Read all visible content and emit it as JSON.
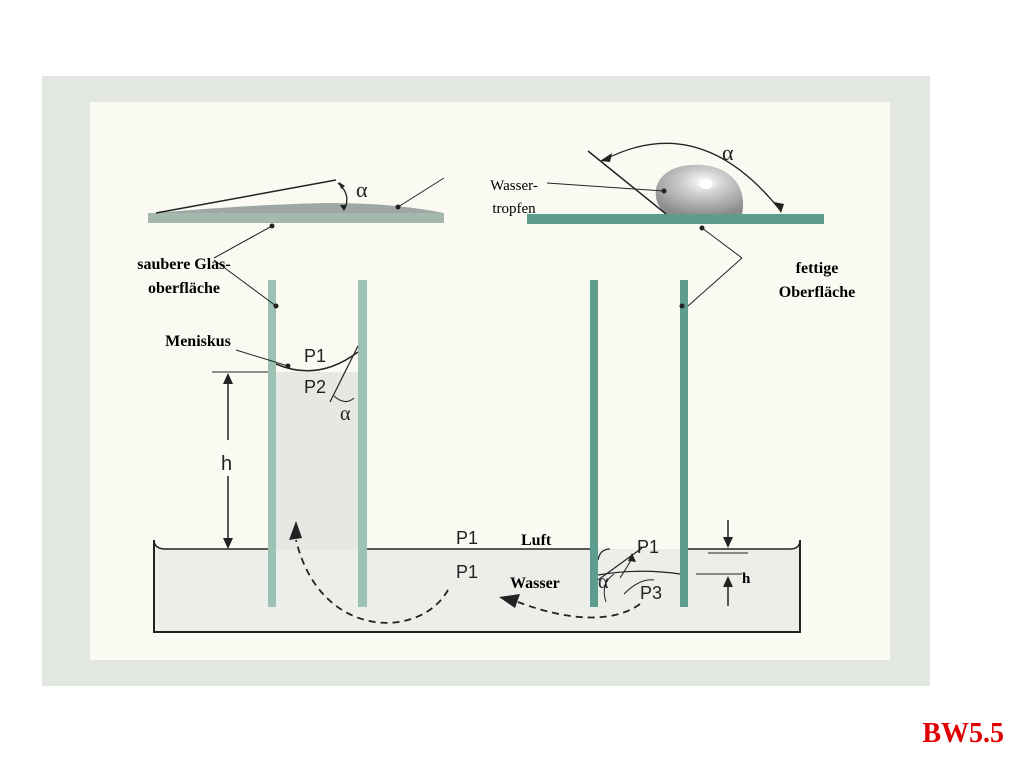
{
  "labels": {
    "clean_glass_line1": "saubere Glas-",
    "clean_glass_line2": "oberfläche",
    "water_drop_line1": "Wasser-",
    "water_drop_line2": "tropfen",
    "greasy_line1": "fettige",
    "greasy_line2": "Oberfläche",
    "meniscus": "Meniskus",
    "air": "Luft",
    "water": "Wasser",
    "h_left": "h",
    "h_right": "h",
    "p1_capillary": "P1",
    "p2_capillary": "P2",
    "p1_air": "P1",
    "p1_water": "P1",
    "p1_right": "P1",
    "p3_right": "P3",
    "alpha_clean": "α",
    "alpha_drop": "α",
    "alpha_meniscus": "α",
    "alpha_right": "α"
  },
  "slide_id": "BW5.5",
  "colors": {
    "teal": "#5e9c8e",
    "light_teal": "#9cc2b6",
    "grey_plate": "#9fb1a9",
    "water_fill": "#eceeea",
    "outer_bg": "#e3e7e1",
    "inner_bg": "#fbfaf2",
    "slide_id": "#e00000"
  }
}
